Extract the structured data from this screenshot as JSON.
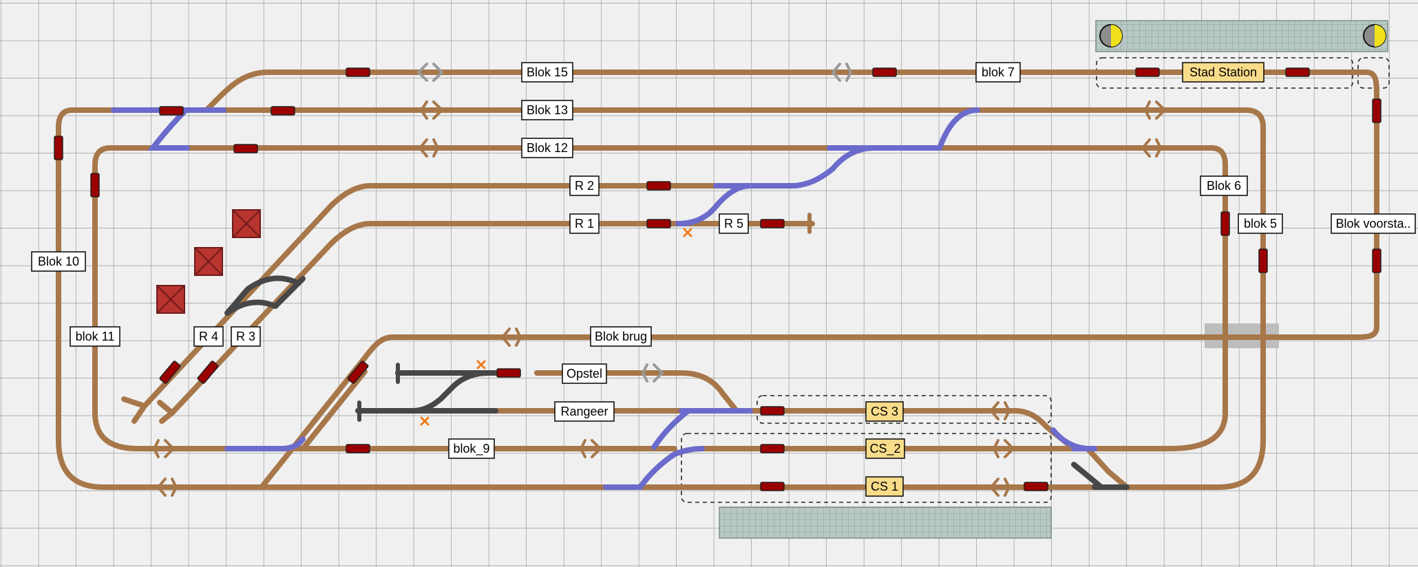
{
  "layout_editor": {
    "colors": {
      "background": "#f0f0f0",
      "grid": "#9a9a9a",
      "track": "#a7774a",
      "switch_active": "#6b6bcc",
      "switch_inactive": "#474747",
      "signal": "#9a0000",
      "station_block": "#f9dc8a",
      "platform": "#b8c8c4"
    },
    "blocks": [
      {
        "label": "Blok 15",
        "highlight": false
      },
      {
        "label": "blok 7",
        "highlight": false
      },
      {
        "label": "Stad Station",
        "highlight": true
      },
      {
        "label": "Blok 13",
        "highlight": false
      },
      {
        "label": "Blok 12",
        "highlight": false
      },
      {
        "label": "R 2",
        "highlight": false
      },
      {
        "label": "R 1",
        "highlight": false
      },
      {
        "label": "R 5",
        "highlight": false
      },
      {
        "label": "Blok 6",
        "highlight": false
      },
      {
        "label": "blok 5",
        "highlight": false
      },
      {
        "label": "Blok voorsta..",
        "highlight": false
      },
      {
        "label": "Blok 10",
        "highlight": false
      },
      {
        "label": "blok 11",
        "highlight": false
      },
      {
        "label": "R 4",
        "highlight": false
      },
      {
        "label": "R 3",
        "highlight": false
      },
      {
        "label": "Blok brug",
        "highlight": false
      },
      {
        "label": "Opstel",
        "highlight": false
      },
      {
        "label": "Rangeer",
        "highlight": false
      },
      {
        "label": "CS 3",
        "highlight": true
      },
      {
        "label": "blok_9",
        "highlight": false
      },
      {
        "label": "CS_2",
        "highlight": true
      },
      {
        "label": "CS 1",
        "highlight": true
      }
    ]
  }
}
